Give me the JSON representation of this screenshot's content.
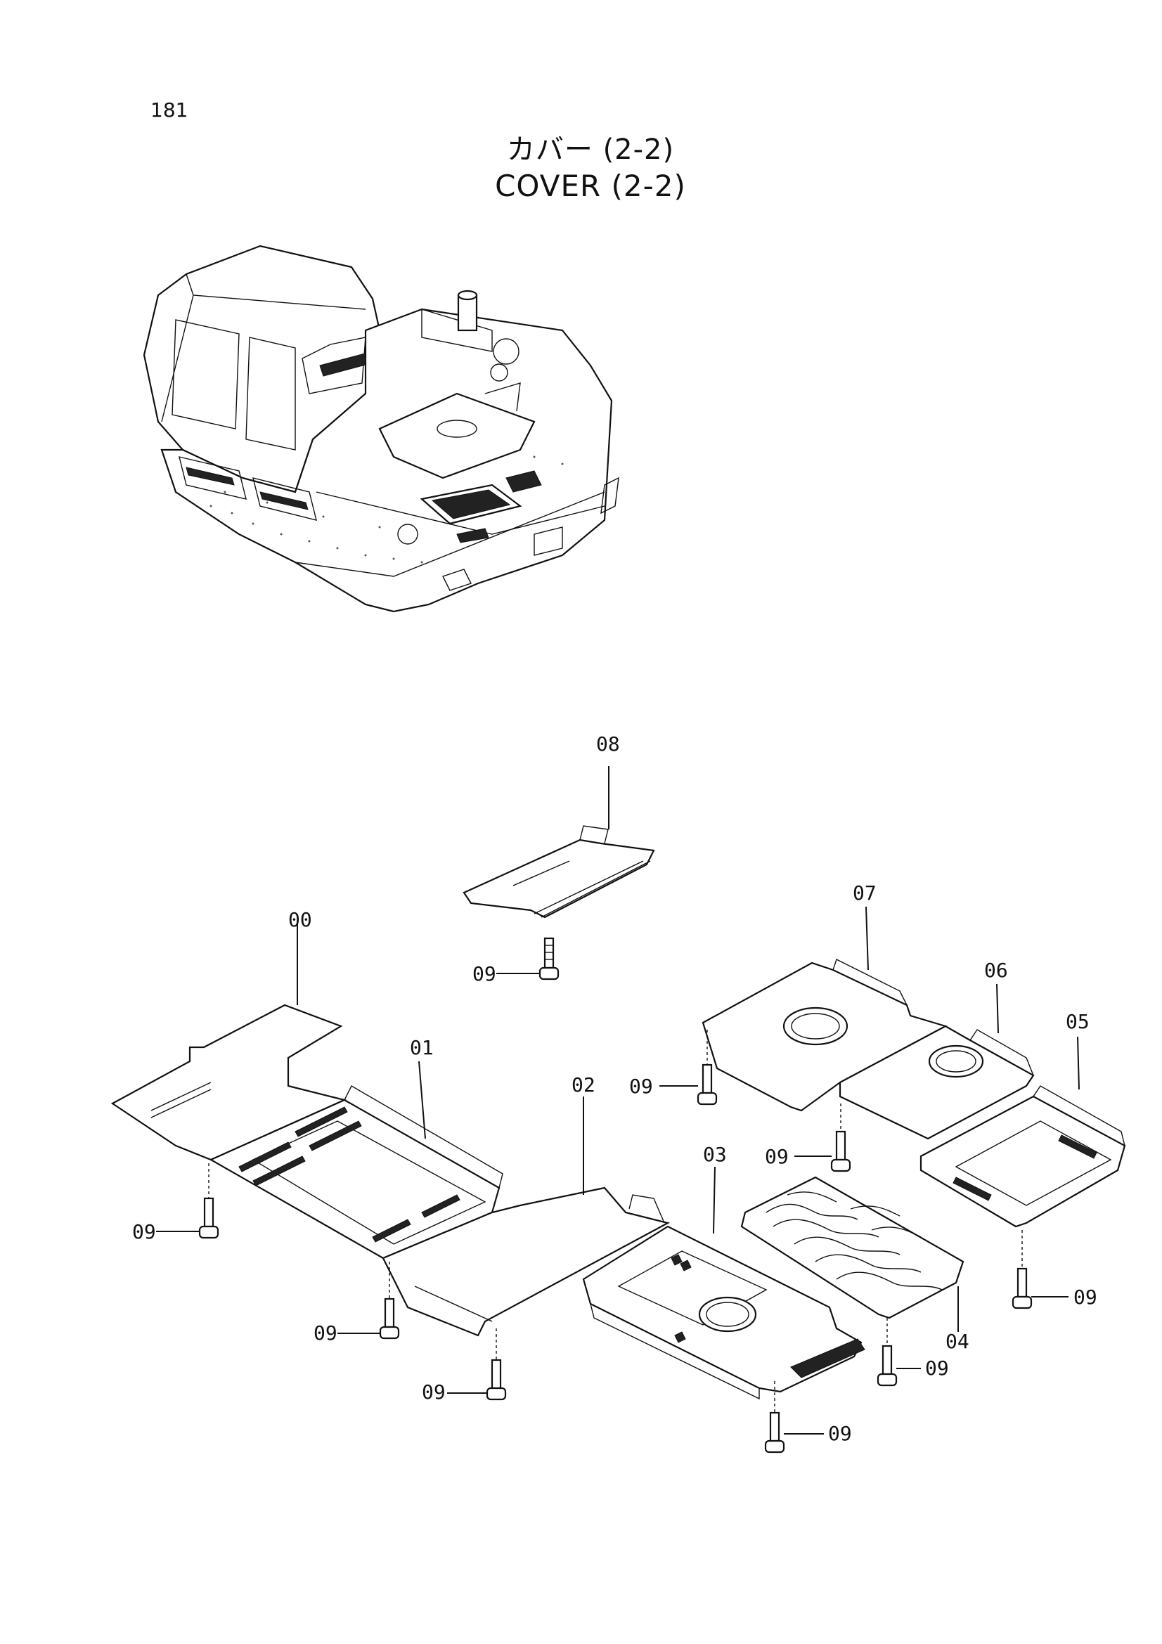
{
  "page": {
    "number": "181"
  },
  "title": {
    "jp": "カバー (2-2)",
    "en": "COVER (2-2)"
  },
  "callouts": [
    {
      "id": "00",
      "text": "00"
    },
    {
      "id": "01",
      "text": "01"
    },
    {
      "id": "02",
      "text": "02"
    },
    {
      "id": "03",
      "text": "03"
    },
    {
      "id": "04",
      "text": "04"
    },
    {
      "id": "05",
      "text": "05"
    },
    {
      "id": "06",
      "text": "06"
    },
    {
      "id": "07",
      "text": "07"
    },
    {
      "id": "08",
      "text": "08"
    },
    {
      "id": "09",
      "text": "09"
    }
  ]
}
